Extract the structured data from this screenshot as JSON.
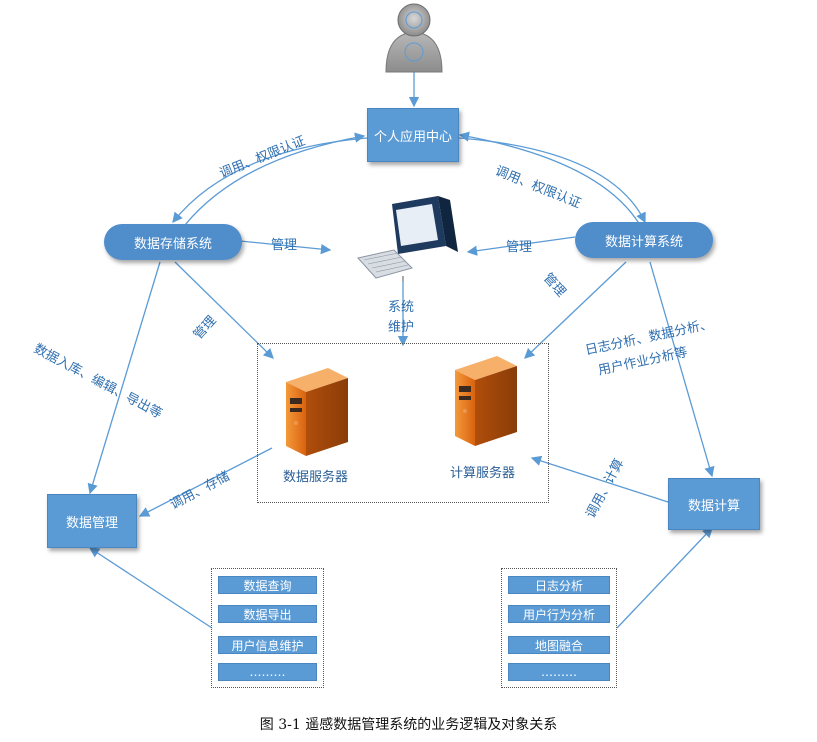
{
  "user_center": "个人应用中心",
  "storage_system": "数据存储系统",
  "compute_system": "数据计算系统",
  "data_management": "数据管理",
  "data_compute": "数据计算",
  "data_server": "数据服务器",
  "compute_server": "计算服务器",
  "labels": {
    "call_auth_left": "调用、权限认证",
    "call_auth_right": "调用、权限认证",
    "manage_left": "管理",
    "manage_right": "管理",
    "manage_left_diag": "管理",
    "manage_right_diag": "管理",
    "sys_maint_1": "系统",
    "sys_maint_2": "维护",
    "ingest": "数据入库、编辑、导出等",
    "analysis_1": "日志分析、数据分析、",
    "analysis_2": "用户作业分析等",
    "call_store": "调用、存储",
    "call_compute": "调用、计算"
  },
  "left_list": [
    "数据查询",
    "数据导出",
    "用户信息维护",
    "………"
  ],
  "right_list": [
    "日志分析",
    "用户行为分析",
    "地图融合",
    "………"
  ],
  "caption": "图 3-1  遥感数据管理系统的业务逻辑及对象关系",
  "colors": {
    "box": "#5b9bd5",
    "pill": "#4f8dcb",
    "arrow": "#5b9bd5",
    "server": "#e8741e"
  },
  "icons": [
    "user-icon",
    "computer-icon",
    "server-icon"
  ]
}
